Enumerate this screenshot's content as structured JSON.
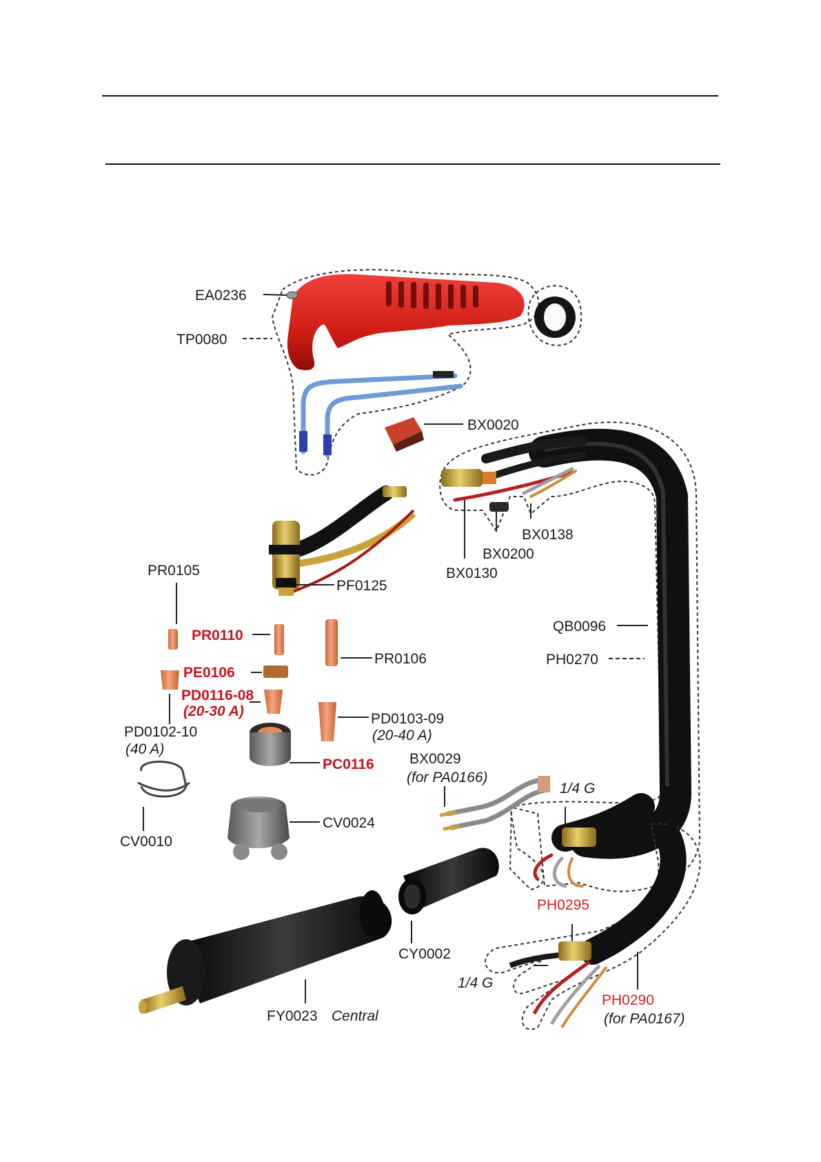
{
  "labels": {
    "ea0236": "EA0236",
    "tp0080": "TP0080",
    "bx0020": "BX0020",
    "bx0138": "BX0138",
    "bx0200": "BX0200",
    "bx0130": "BX0130",
    "pf0125": "PF0125",
    "pr0105": "PR0105",
    "pr0110": "PR0110",
    "pr0106": "PR0106",
    "pe0106": "PE0106",
    "pd0116": "PD0116-08",
    "pd0116_note": "(20-30 A)",
    "pd0102": "PD0102-10",
    "pd0102_note": "(40 A)",
    "pd0103": "PD0103-09",
    "pd0103_note": "(20-40 A)",
    "pc0116": "PC0116",
    "qb0096": "QB0096",
    "ph0270": "PH0270",
    "bx0029": "BX0029",
    "bx0029_note": "(for PA0166)",
    "quarter_g_1": "1/4 G",
    "quarter_g_2": "1/4 G",
    "cv0010": "CV0010",
    "cv0024": "CV0024",
    "cy0002": "CY0002",
    "ph0295": "PH0295",
    "ph0290": "PH0290",
    "ph0290_note": "(for PA0167)",
    "fy0023": "FY0023",
    "fy0023_note": "Central"
  },
  "colors": {
    "handle_red": "#d01c14",
    "copper": "#e8895a",
    "brass": "#c9a33a",
    "hose_black": "#1b1b1b",
    "label_red": "#c8141e"
  }
}
